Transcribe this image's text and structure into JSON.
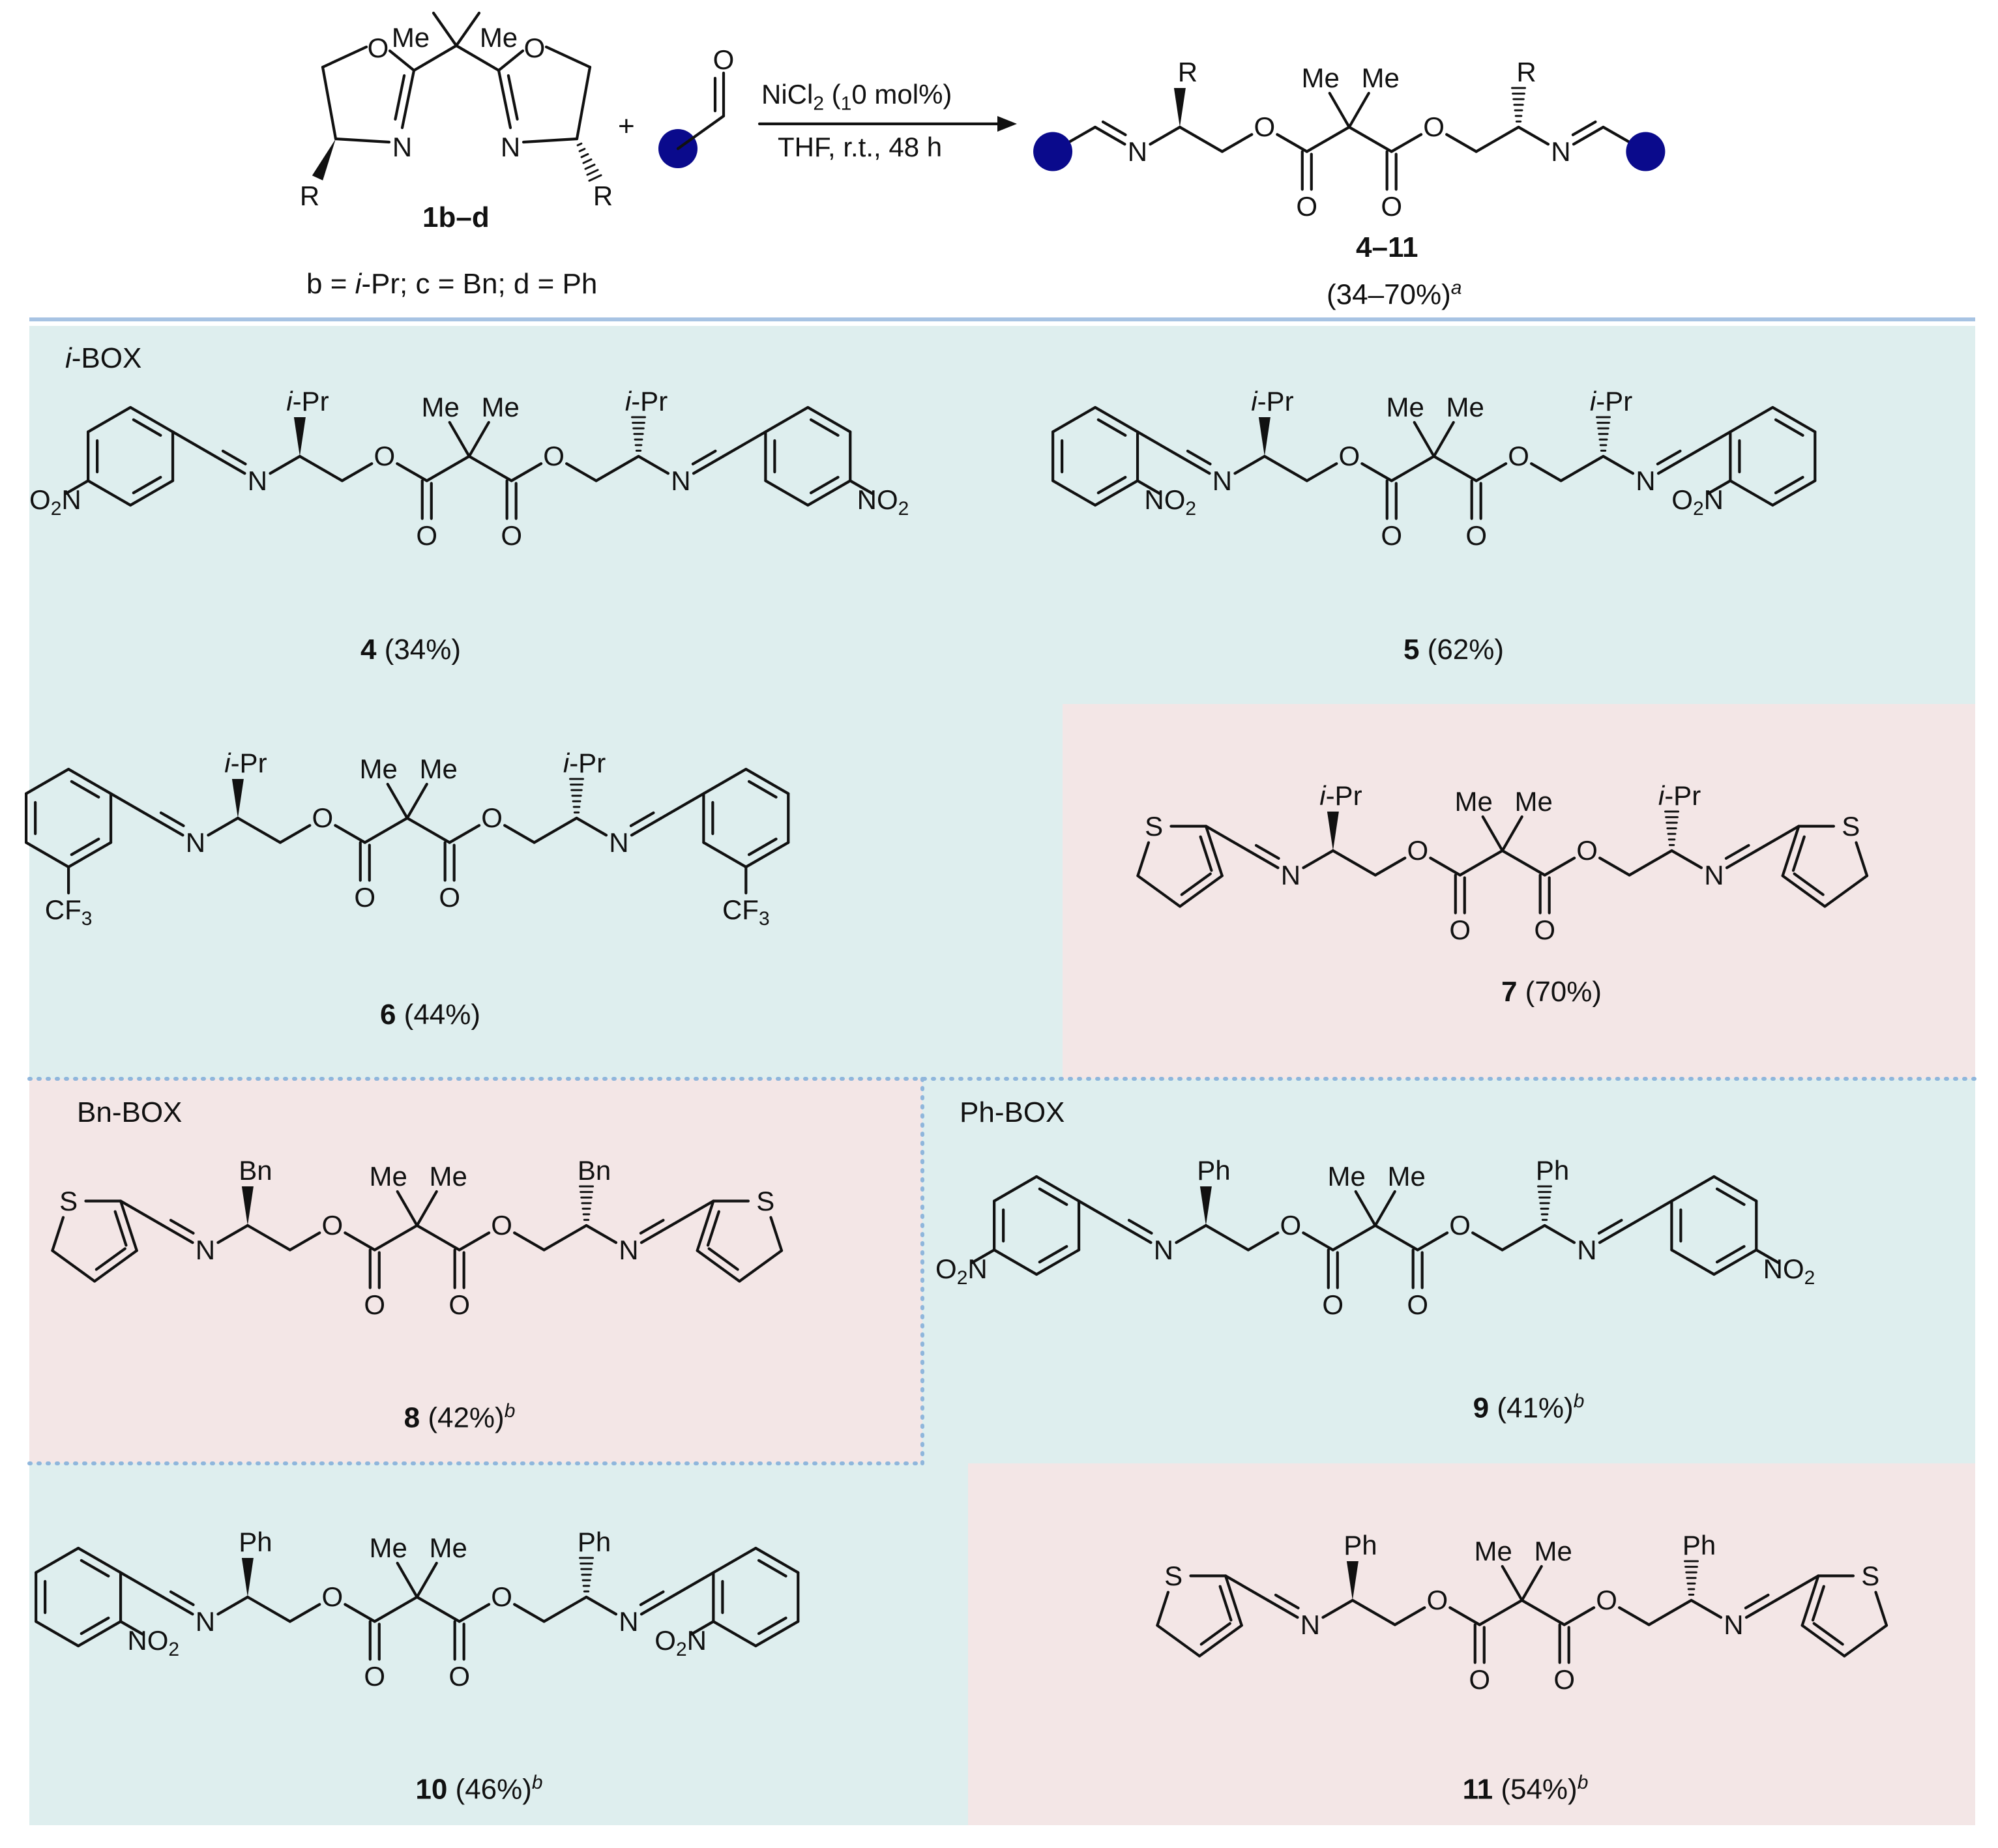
{
  "header": {
    "ligand": {
      "substituent_top_left": "Me",
      "substituent_top_right": "Me",
      "ring_o_left": "O",
      "ring_o_right": "O",
      "ring_n_left": "N",
      "ring_n_right": "N",
      "r_left": "R",
      "r_right": "R",
      "label": "1b–d",
      "definitions": "b = i-Pr; c = Bn; d = Ph"
    },
    "plus": "+",
    "aldehyde_o": "O",
    "conditions_line1": "NiCl2 (10 mol%)",
    "conditions_line2": "THF, r.t., 48 h",
    "product": {
      "r_left": "R",
      "r_right": "R",
      "me_left": "Me",
      "me_right": "Me",
      "n": "N",
      "o": "O",
      "label": "4–11",
      "yield_range": "(34–70%)",
      "footnote": "a"
    },
    "colors": {
      "dot": "#0a0a8c",
      "rule": "#a7c3e3"
    }
  },
  "sections": {
    "i_box": "i-BOX",
    "bn_box": "Bn-BOX",
    "ph_box": "Ph-BOX"
  },
  "panel_colors": {
    "teal": "#deeeee",
    "pink": "#f3e6e6",
    "divider": "#8fb6dc"
  },
  "compounds": [
    {
      "id": "4",
      "yield": "(34%)",
      "footnote": "",
      "r": "i-Pr",
      "aryl": "4-nitrophenyl",
      "subst": [
        "O2N",
        "NO2"
      ],
      "bg": "teal"
    },
    {
      "id": "5",
      "yield": "(62%)",
      "footnote": "",
      "r": "i-Pr",
      "aryl": "2-nitrophenyl",
      "subst": [
        "NO2",
        "O2N"
      ],
      "bg": "teal"
    },
    {
      "id": "6",
      "yield": "(44%)",
      "footnote": "",
      "r": "i-Pr",
      "aryl": "3-CF3-phenyl",
      "subst": [
        "CF3",
        "CF3"
      ],
      "bg": "teal"
    },
    {
      "id": "7",
      "yield": "(70%)",
      "footnote": "",
      "r": "i-Pr",
      "aryl": "2-thienyl",
      "subst": [
        "S",
        "S"
      ],
      "bg": "pink"
    },
    {
      "id": "8",
      "yield": "(42%)",
      "footnote": "b",
      "r": "Bn",
      "aryl": "2-thienyl",
      "subst": [
        "S",
        "S"
      ],
      "bg": "pink"
    },
    {
      "id": "9",
      "yield": "(41%)",
      "footnote": "b",
      "r": "Ph",
      "aryl": "4-nitrophenyl",
      "subst": [
        "O2N",
        "NO2"
      ],
      "bg": "teal"
    },
    {
      "id": "10",
      "yield": "(46%)",
      "footnote": "b",
      "r": "Ph",
      "aryl": "2-nitrophenyl",
      "subst": [
        "NO2",
        "O2N"
      ],
      "bg": "teal"
    },
    {
      "id": "11",
      "yield": "(54%)",
      "footnote": "b",
      "r": "Ph",
      "aryl": "2-thienyl",
      "subst": [
        "S",
        "S"
      ],
      "bg": "pink"
    }
  ],
  "atom_labels": {
    "me": "Me",
    "n": "N",
    "o": "O"
  }
}
